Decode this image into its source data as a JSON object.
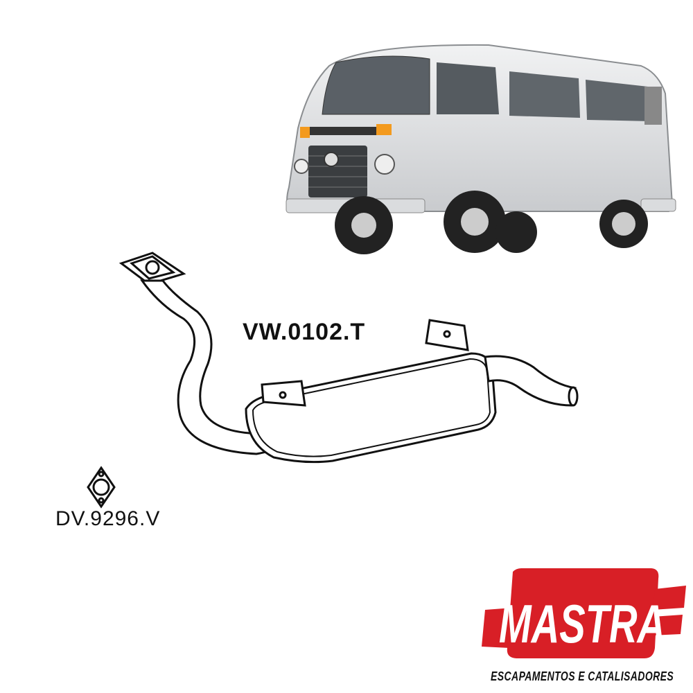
{
  "product": {
    "part_code": "VW.0102.T",
    "gasket_code": "DV.9296.V"
  },
  "brand": {
    "name": "MASTRA",
    "tagline": "ESCAPAMENTOS E CATALISADORES",
    "color": "#d81f26"
  },
  "icons": [
    "van-image",
    "exhaust-muffler-diagram",
    "gasket-diagram",
    "mastra-logo"
  ]
}
